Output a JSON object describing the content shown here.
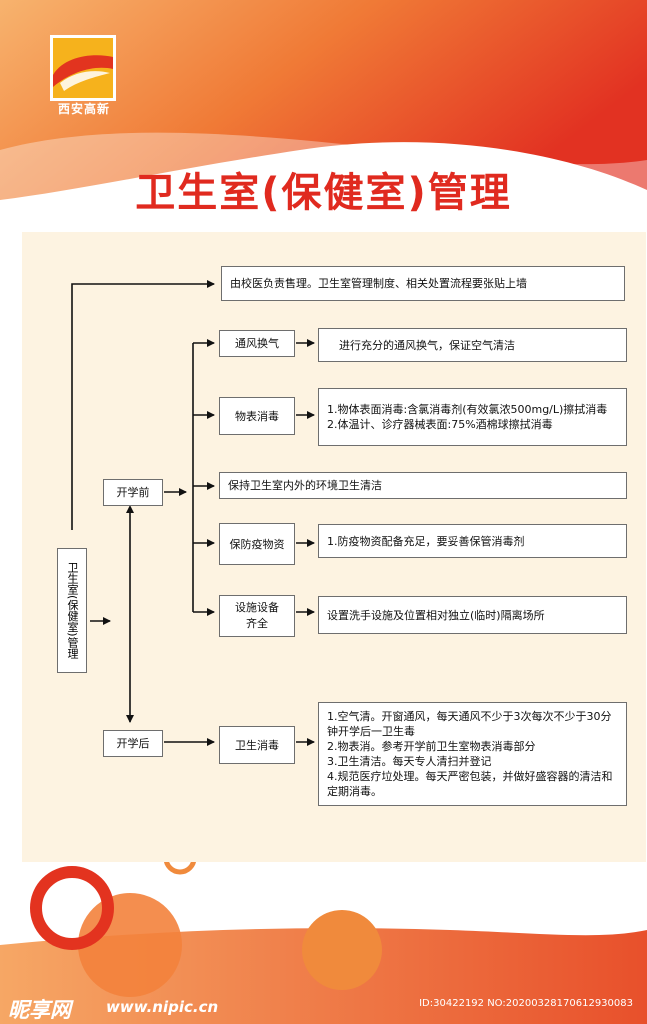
{
  "brand": {
    "logo_text": "西安高新"
  },
  "title": "卫生室(保健室)管理",
  "root": "卫生室(保健室)管理",
  "top_box": "由校医负责售理。卫生室管理制度、相关处置流程要张贴上墙",
  "before": {
    "label": "开学前",
    "items": [
      {
        "label": "通风换气",
        "detail": [
          "进行充分的通风换气，保证空气清洁"
        ]
      },
      {
        "label": "物表消毒",
        "detail": [
          "1.物体表面消毒:含氯消毒剂(有效氯浓500mg/L)擦拭消毒",
          "2.体温计、诊疗器械表面:75%酒棉球擦拭消毒"
        ]
      },
      {
        "label": "",
        "detail": [
          "保持卫生室内外的环境卫生清洁"
        ]
      },
      {
        "label": "保防疫物资",
        "detail": [
          "1.防疫物资配备充足，要妥善保管消毒剂"
        ]
      },
      {
        "label": "设施设备齐全",
        "detail": [
          "设置洗手设施及位置相对独立(临时)隔离场所"
        ]
      }
    ]
  },
  "after": {
    "label": "开学后",
    "item": "卫生消毒",
    "detail": [
      "1.空气清。开窗通风，每天通风不少于3次每次不少于30分钟开学后一卫生毒",
      "2.物表消。参考开学前卫生室物表消毒部分",
      "3.卫生清洁。每天专人清扫并登记",
      "4.规范医疗垃处理。每天严密包装，并做好盛容器的清洁和定期消毒。"
    ]
  },
  "footer": {
    "site": "昵享网",
    "url": "www.nipic.cn",
    "id": "ID:30422192 NO:20200328170612930083"
  },
  "colors": {
    "accent": "#e02a1f",
    "orange": "#f08a3c",
    "panel": "#fdf3e1"
  }
}
